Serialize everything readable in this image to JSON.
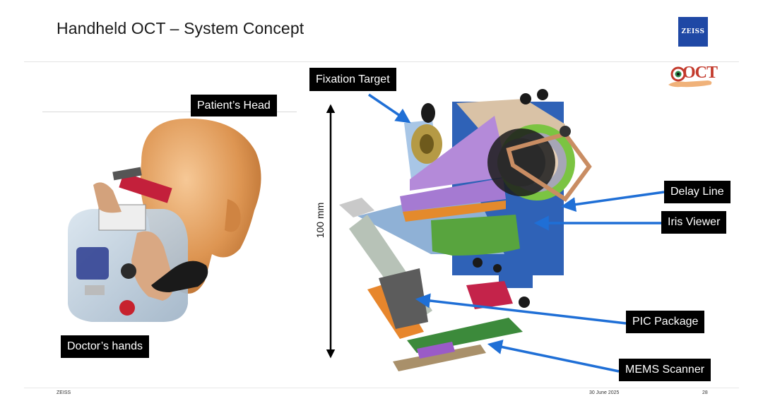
{
  "slide": {
    "title": "Handheld OCT – System Concept"
  },
  "logos": {
    "zeiss": "ZEISS",
    "oct": "OCT"
  },
  "labels": {
    "patients_head": "Patient’s Head",
    "doctors_hands": "Doctor’s hands",
    "fixation_target": "Fixation Target",
    "delay_line": "Delay Line",
    "iris_viewer": "Iris Viewer",
    "pic_package": "PIC Package",
    "mems_scanner": "MEMS Scanner"
  },
  "dimension": {
    "label": "100 mm"
  },
  "footer": {
    "company": "ZEISS",
    "date": "30 June 2025",
    "page": "28"
  },
  "colors": {
    "arrow": "#1f6fd6",
    "label_bg": "#000000",
    "zeiss_blue": "#1f48a5",
    "oct_red": "#c33a2c"
  }
}
